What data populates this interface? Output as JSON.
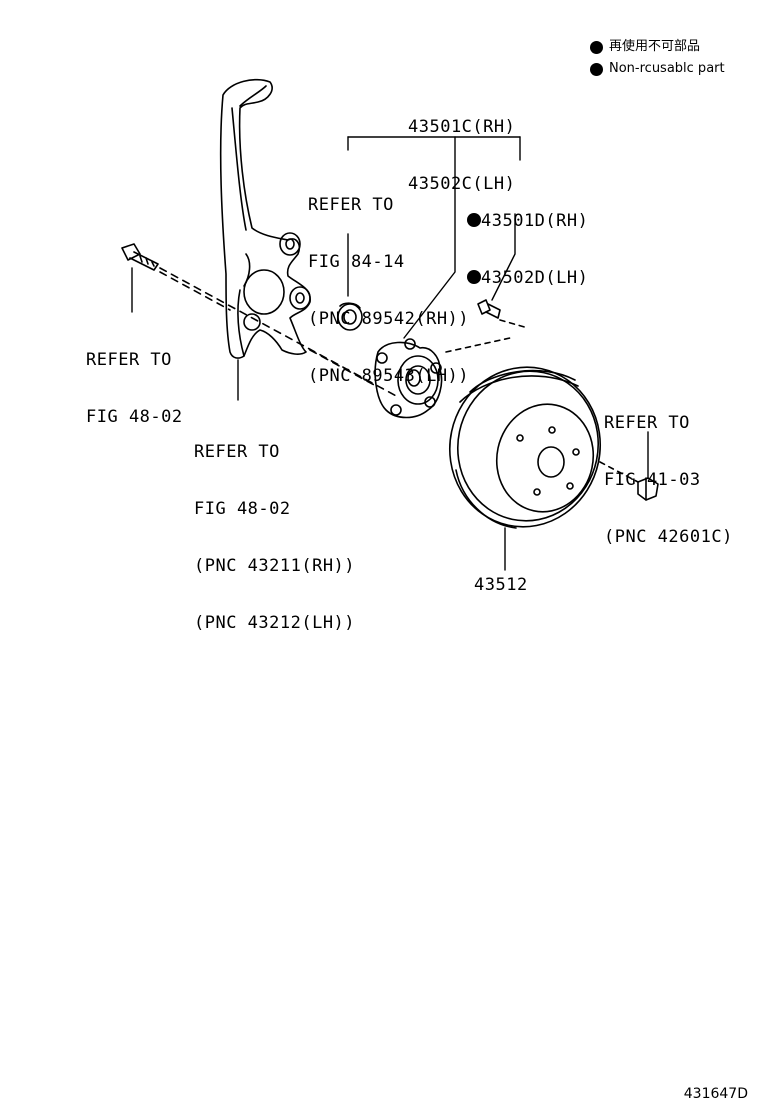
{
  "legend": {
    "jp": "再使用不可部品",
    "en": "Non-rcusablc part"
  },
  "labels": {
    "hub_assy": [
      "43501C(RH)",
      "43502C(LH)"
    ],
    "refer_84": [
      "REFER TO",
      "FIG 84-14",
      "(PNC 89542(RH))",
      "(PNC 89543(LH))"
    ],
    "bolt_parts": [
      "43501D(RH)",
      "43502D(LH)"
    ],
    "refer_bolt": [
      "REFER TO",
      "FIG 48-02"
    ],
    "refer_knuckle": [
      "REFER TO",
      "FIG 48-02",
      "(PNC 43211(RH))",
      "(PNC 43212(LH))"
    ],
    "refer_41": [
      "REFER TO",
      "FIG 41-03",
      "(PNC 42601C)"
    ],
    "disc": "43512"
  },
  "figure_id": "431647D"
}
